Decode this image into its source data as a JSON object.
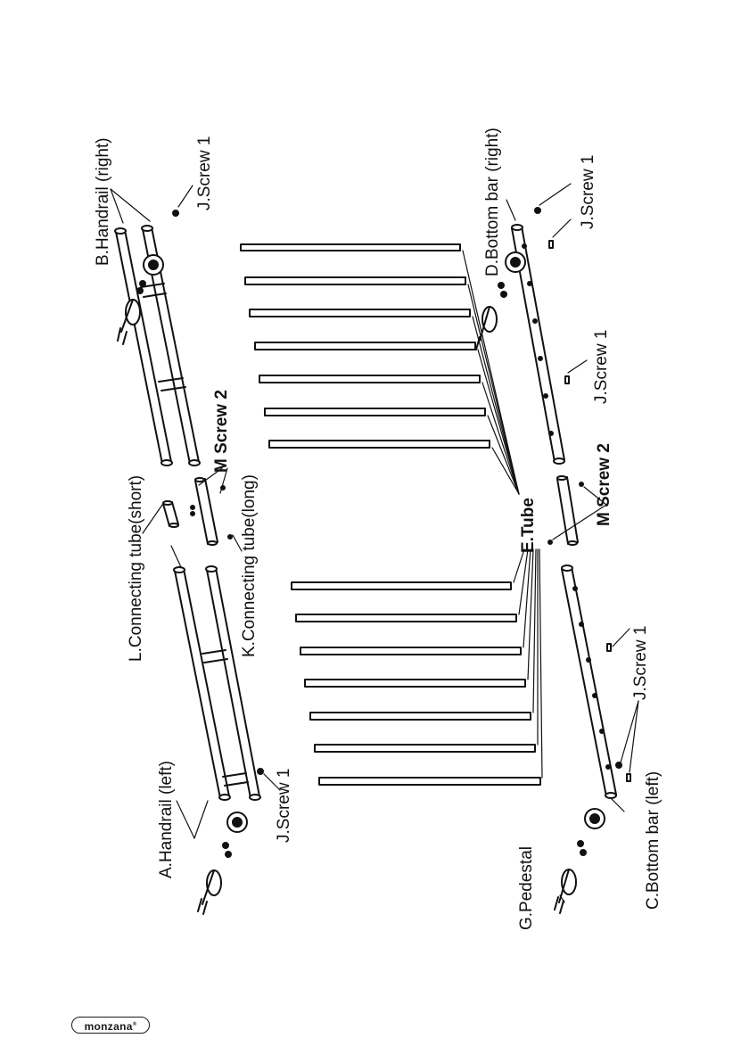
{
  "labels": {
    "handrail_right": "B.Handrail (right)",
    "screw1_top_right": "J.Screw 1",
    "bottom_bar_right": "D.Bottom bar (right)",
    "screw1_right_a": "J.Screw 1",
    "screw1_right_b": "J.Screw 1",
    "connecting_short": "L.Connecting tube(short)",
    "screw2_top": "M Screw 2",
    "connecting_long": "K.Connecting tube(long)",
    "tube": "E.Tube",
    "screw2_bottom": "M Screw 2",
    "handrail_left": "A.Handrail (left)",
    "screw1_left": "J.Screw 1",
    "screw1_bottom_left": "J.Screw 1",
    "pedestal": "G.Pedestal",
    "bottom_bar_left": "C.Bottom bar (left)"
  },
  "brand": {
    "name": "monzana"
  }
}
